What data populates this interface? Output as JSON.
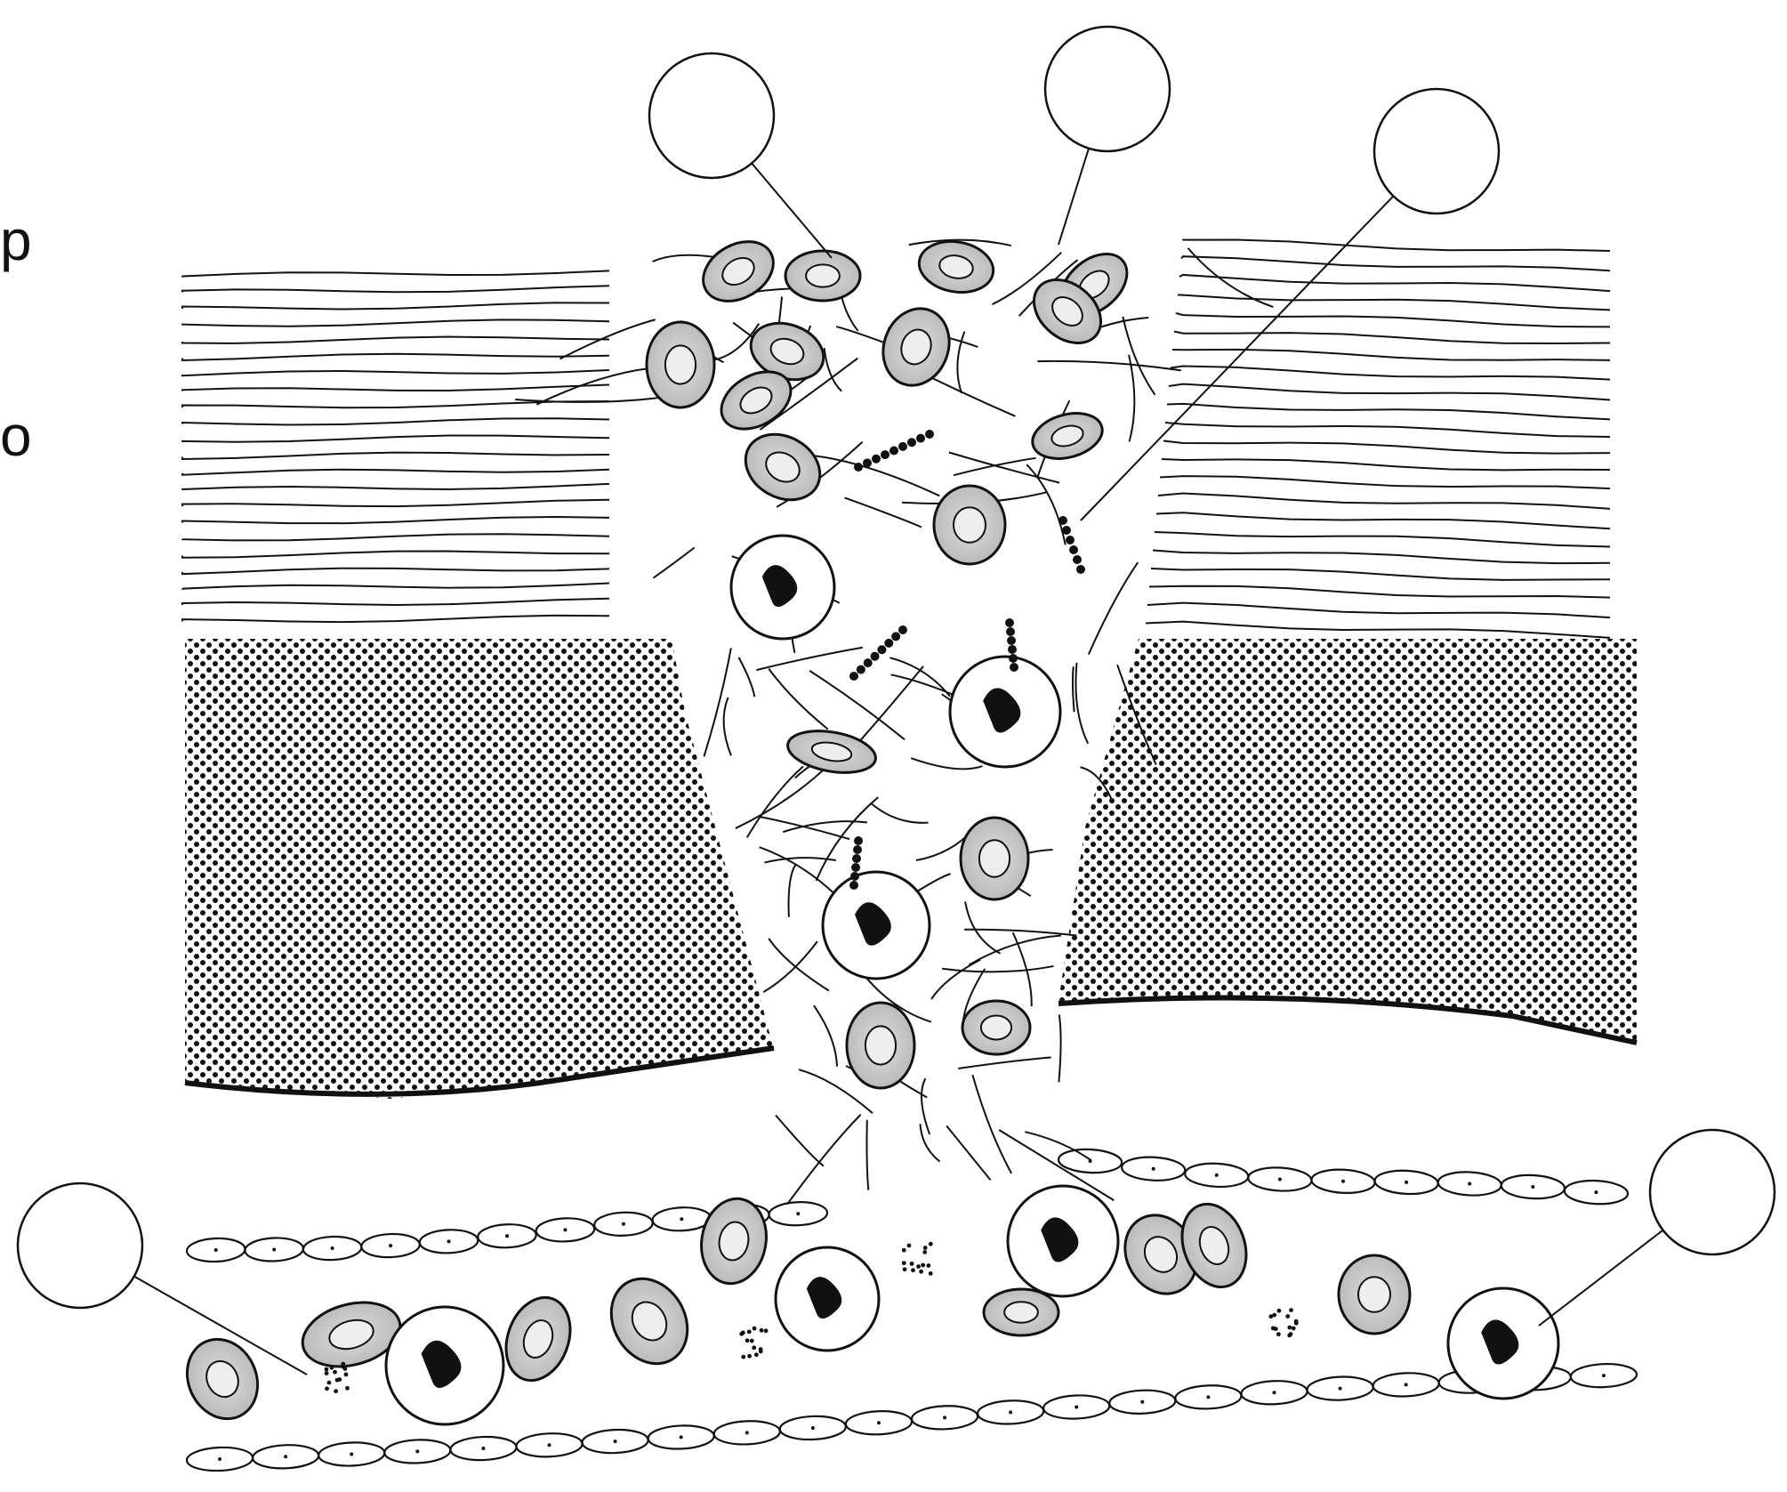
{
  "margin_text": [
    "p",
    "o"
  ],
  "colors": {
    "ink": "#111111",
    "paper": "#ffffff"
  },
  "callouts": [
    {
      "id": "callout-1",
      "label": ""
    },
    {
      "id": "callout-2",
      "label": ""
    },
    {
      "id": "callout-3",
      "label": ""
    },
    {
      "id": "callout-4",
      "label": ""
    },
    {
      "id": "callout-5",
      "label": ""
    }
  ]
}
